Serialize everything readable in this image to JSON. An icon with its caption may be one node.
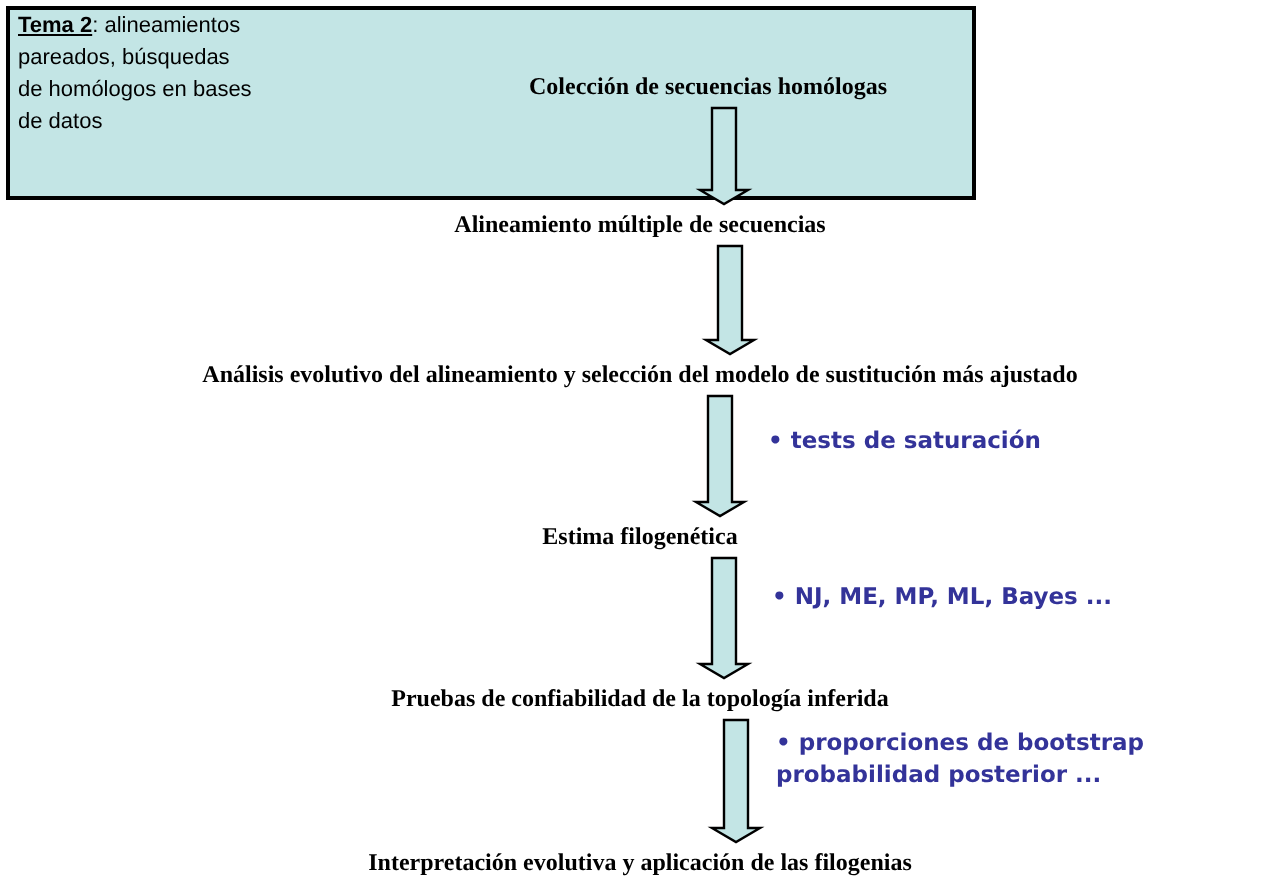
{
  "diagram": {
    "nodes": [
      {
        "text": [
          "**Tema 2**: alineamientos pareados, búsquedas de homólogos en bases de datos"
        ]
      },
      {
        "text": [
          "Colección de secuencias homólogas"
        ],
        "in": 0
      },
      {
        "text": [
          "Alineamiento múltiple de secuencias"
        ]
      },
      {
        "text": [
          "Análisis evolutivo del alineamiento y selección del modelo de sustitución más ajustado"
        ]
      },
      {
        "text": [
          "Estima filogenética"
        ]
      },
      {
        "text": [
          "Pruebas de confiabilidad de la topología inferida"
        ]
      },
      {
        "text": [
          "Interpretación evolutiva y aplicación de las filogenias"
        ]
      }
    ],
    "edges": [
      {
        "from": 1,
        "to": 2,
        "arrow": "to"
      },
      {
        "from": 2,
        "to": 3,
        "arrow": "to"
      },
      {
        "from": 3,
        "to": 4,
        "arrow": "to"
      },
      {
        "from": 4,
        "to": 5,
        "arrow": "to"
      },
      {
        "from": 5,
        "to": 6,
        "arrow": "to"
      }
    ],
    "labels": [
      "• tests de saturación",
      "• NJ, ME, MP, ML, Bayes ...",
      "• proporciones de bootstrap probabilidad posterior ..."
    ]
  }
}
